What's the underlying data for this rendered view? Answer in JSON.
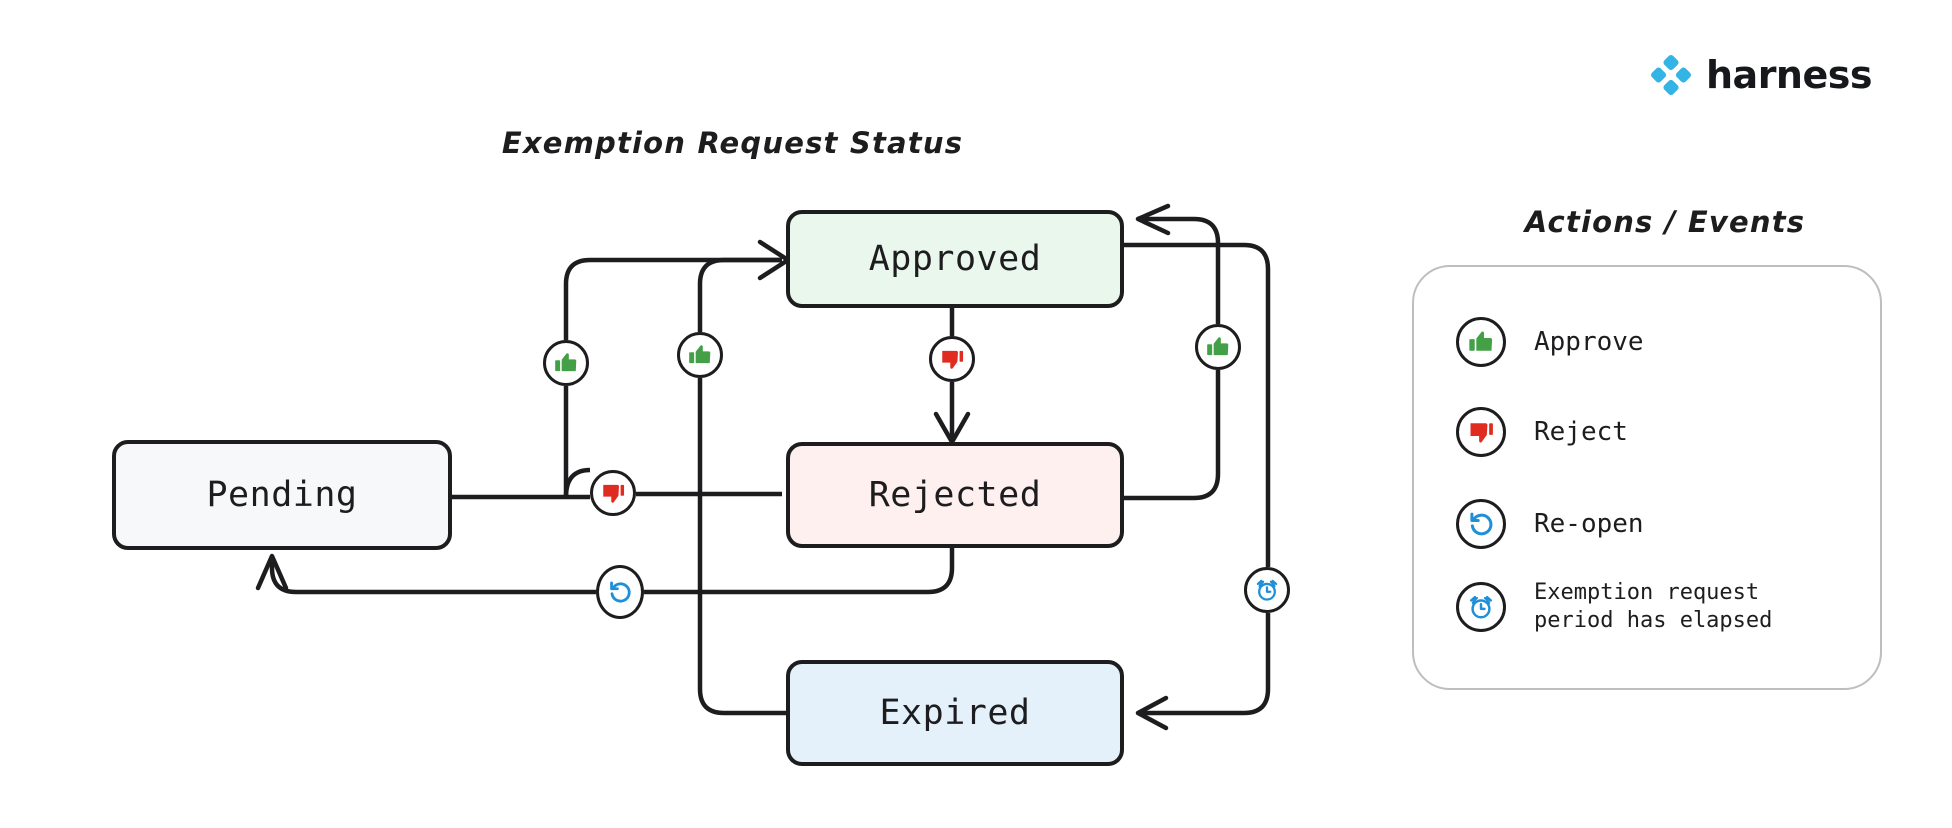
{
  "brand": {
    "name": "harness",
    "logo_icon": "harness-diamond-logo",
    "logo_color": "#33b4e5"
  },
  "diagram": {
    "title": "Exemption Request Status",
    "type": "state-machine",
    "nodes": [
      {
        "id": "pending",
        "label": "Pending",
        "fill": "#f7f8f9"
      },
      {
        "id": "approved",
        "label": "Approved",
        "fill": "#e9f7ec"
      },
      {
        "id": "rejected",
        "label": "Rejected",
        "fill": "#fdf0ee"
      },
      {
        "id": "expired",
        "label": "Expired",
        "fill": "#e4f1fa"
      }
    ],
    "edges": [
      {
        "from": "pending",
        "to": "approved",
        "action": "approve",
        "icon": "thumbs-up-icon"
      },
      {
        "from": "pending",
        "to": "rejected",
        "action": "reject",
        "icon": "thumbs-down-icon"
      },
      {
        "from": "approved",
        "to": "rejected",
        "action": "reject",
        "icon": "thumbs-down-icon"
      },
      {
        "from": "rejected",
        "to": "approved",
        "action": "approve",
        "icon": "thumbs-up-icon"
      },
      {
        "from": "expired",
        "to": "approved",
        "action": "approve",
        "icon": "thumbs-up-icon"
      },
      {
        "from": "rejected",
        "to": "pending",
        "action": "re-open",
        "icon": "reopen-icon"
      },
      {
        "from": "approved",
        "to": "expired",
        "action": "exemption request period has elapsed",
        "icon": "alarm-clock-icon"
      }
    ]
  },
  "legend": {
    "title": "Actions / Events",
    "items": [
      {
        "icon": "thumbs-up-icon",
        "label": "Approve",
        "color": "#43a047"
      },
      {
        "icon": "thumbs-down-icon",
        "label": "Reject",
        "color": "#e02b20"
      },
      {
        "icon": "reopen-icon",
        "label": "Re-open",
        "color": "#1e8fd8"
      },
      {
        "icon": "alarm-clock-icon",
        "label": "Exemption request\nperiod has elapsed",
        "color": "#1e8fd8"
      }
    ]
  },
  "colors": {
    "stroke": "#1d1d1f",
    "panel_border": "#bcbec0",
    "approve_green": "#43a047",
    "reject_red": "#e02b20",
    "event_blue": "#1e8fd8",
    "background": "#ffffff"
  }
}
